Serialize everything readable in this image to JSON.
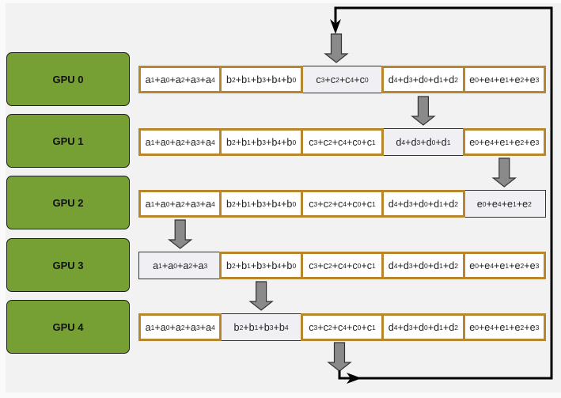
{
  "colors": {
    "gpu_fill": "#76a034",
    "reduced_border": "#b8862c",
    "pending_fill": "#f0f0f4",
    "transfer_arrow_fill": "#8a8a8a",
    "ring_line": "#000000"
  },
  "ring": {
    "entry": {
      "row": 0,
      "col": 2
    },
    "exit": {
      "row": 4,
      "col": 2
    }
  },
  "gpus": [
    {
      "label": "GPU 0",
      "cells": [
        {
          "text": "a1+a0+a2+a3+a4",
          "state": "reduced"
        },
        {
          "text": "b2+b1+b3+b4+b0",
          "state": "reduced"
        },
        {
          "text": "c3+c2+c4+c0",
          "state": "pending"
        },
        {
          "text": "d4+d3+d0+d1+d2",
          "state": "reduced"
        },
        {
          "text": "e0+e4+e1+e2+e3",
          "state": "reduced"
        }
      ]
    },
    {
      "label": "GPU 1",
      "cells": [
        {
          "text": "a1+a0+a2+a3+a4",
          "state": "reduced"
        },
        {
          "text": "b2+b1+b3+b4+b0",
          "state": "reduced"
        },
        {
          "text": "c3+c2+c4+c0+c1",
          "state": "reduced"
        },
        {
          "text": "d4+d3+d0+d1",
          "state": "pending"
        },
        {
          "text": "e0+e4+e1+e2+e3",
          "state": "reduced"
        }
      ]
    },
    {
      "label": "GPU 2",
      "cells": [
        {
          "text": "a1+a0+a2+a3+a4",
          "state": "reduced"
        },
        {
          "text": "b2+b1+b3+b4+b0",
          "state": "reduced"
        },
        {
          "text": "c3+c2+c4+c0+c1",
          "state": "reduced"
        },
        {
          "text": "d4+d3+d0+d1+d2",
          "state": "reduced"
        },
        {
          "text": "e0+e4+e1+e2",
          "state": "pending"
        }
      ]
    },
    {
      "label": "GPU 3",
      "cells": [
        {
          "text": "a1+a0+a2+a3",
          "state": "pending"
        },
        {
          "text": "b2+b1+b3+b4+b0",
          "state": "reduced"
        },
        {
          "text": "c3+c2+c4+c0+c1",
          "state": "reduced"
        },
        {
          "text": "d4+d3+d0+d1+d2",
          "state": "reduced"
        },
        {
          "text": "e0+e4+e1+e2+e3",
          "state": "reduced"
        }
      ]
    },
    {
      "label": "GPU 4",
      "cells": [
        {
          "text": "a1+a0+a2+a3+a4",
          "state": "reduced"
        },
        {
          "text": "b2+b1+b3+b4",
          "state": "pending"
        },
        {
          "text": "c3+c2+c4+c0+c1",
          "state": "reduced"
        },
        {
          "text": "d4+d3+d0+d1+d2",
          "state": "reduced"
        },
        {
          "text": "e0+e4+e1+e2+e3",
          "state": "reduced"
        }
      ]
    }
  ]
}
